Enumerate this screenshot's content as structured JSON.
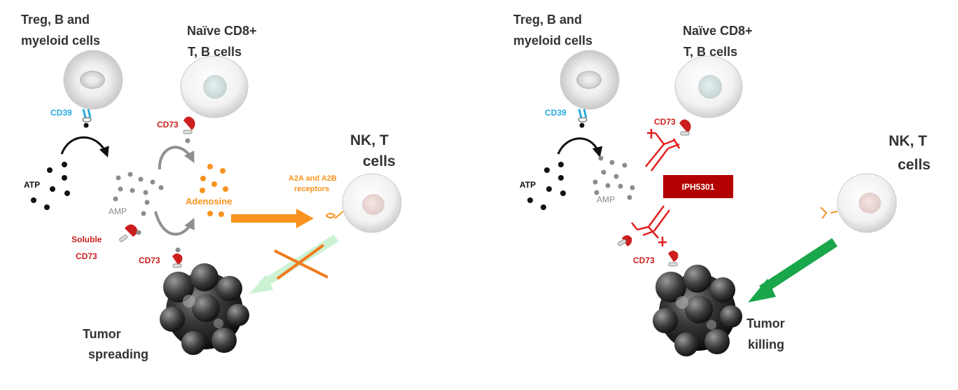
{
  "left_panel": {
    "treg_label_line1": "Treg, B and",
    "treg_label_line2": "myeloid cells",
    "naive_label_line1": "Naïve CD8+",
    "naive_label_line2": "T, B cells",
    "nk_label_line1": "NK, T",
    "nk_label_line2": "cells",
    "cd39_label": "CD39",
    "cd73_top_label": "CD73",
    "cd73_bottom_label": "CD73",
    "soluble_label_line1": "Soluble",
    "soluble_label_line2": "CD73",
    "atp_label": "ATP",
    "amp_label": "AMP",
    "adenosine_label": "Adenosine",
    "receptors_line1": "A2A and A2B",
    "receptors_line2": "receptors",
    "tumor_label_line1": "Tumor",
    "tumor_label_line2": "spreading"
  },
  "right_panel": {
    "treg_label_line1": "Treg, B and",
    "treg_label_line2": "myeloid cells",
    "naive_label_line1": "Naïve CD8+",
    "naive_label_line2": "T, B cells",
    "nk_label_line1": "NK, T",
    "nk_label_line2": "cells",
    "cd39_label": "CD39",
    "cd73_top_label": "CD73",
    "cd73_bottom_label": "CD73",
    "atp_label": "ATP",
    "amp_label": "AMP",
    "drug_label": "IPH5301",
    "tumor_label_line1": "Tumor",
    "tumor_label_line2": "killing"
  },
  "colors": {
    "cd39_blue": "#29abe2",
    "cd73_red": "#cc1e1e",
    "adenosine_orange": "#f7931e",
    "killing_green": "#1aa64a",
    "drug_box": "#b30000"
  }
}
